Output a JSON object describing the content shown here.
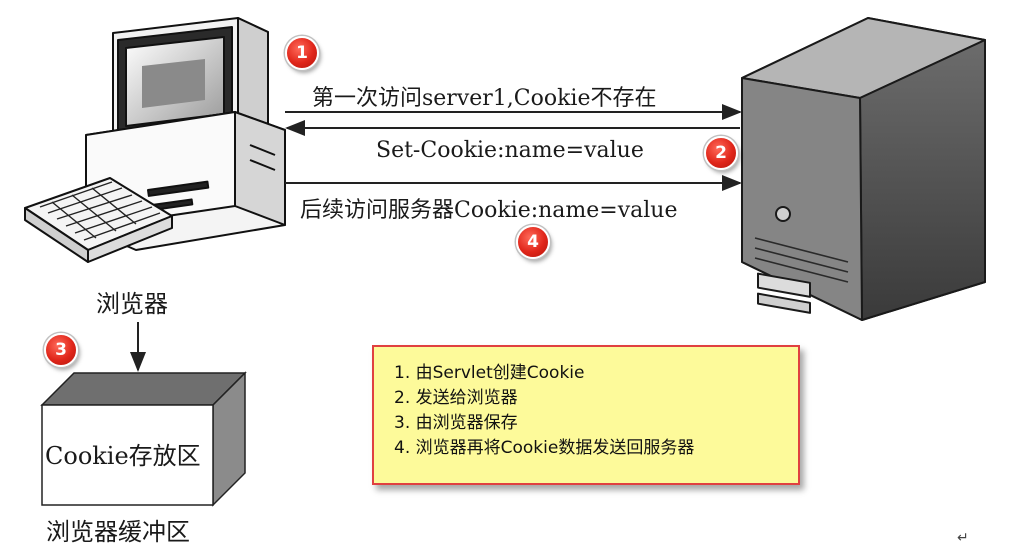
{
  "messages": {
    "step1": "第一次访问server1,Cookie不存在",
    "step2": "Set-Cookie:name=value",
    "step3": "后续访问服务器Cookie:name=value"
  },
  "badges": {
    "b1": "1",
    "b2": "2",
    "b3": "3",
    "b4": "4"
  },
  "labels": {
    "browser": "浏览器",
    "storage_box": "Cookie存放区",
    "buffer": "浏览器缓冲区"
  },
  "notes": [
    "1. 由Servlet创建Cookie",
    "2. 发送给浏览器",
    "3. 由浏览器保存",
    "4. 浏览器再将Cookie数据发送回服务器"
  ],
  "return_mark": "↵",
  "colors": {
    "badge_red": "#e0261a",
    "note_fill": "#fdfa9a",
    "note_border": "#e04040"
  }
}
